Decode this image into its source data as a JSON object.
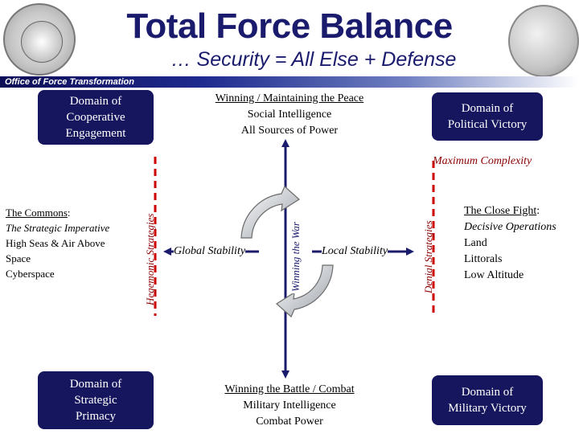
{
  "header": {
    "title": "Total Force Balance",
    "subtitle": "… Security = All Else + Defense",
    "office_label": "Office of Force Transformation"
  },
  "boxes": {
    "cooperative": [
      "Domain of",
      "Cooperative",
      "Engagement"
    ],
    "political": [
      "Domain of",
      "Political Victory"
    ],
    "strategic": [
      "Domain of",
      "Strategic",
      "Primacy"
    ],
    "military": [
      "Domain of",
      "Military Victory"
    ]
  },
  "top": {
    "heading": "Winning / Maintaining the Peace",
    "line1": "Social Intelligence",
    "line2": "All Sources of Power"
  },
  "bottom": {
    "heading": "Winning the Battle / Combat",
    "line1": "Military Intelligence",
    "line2": "Combat Power"
  },
  "left": {
    "heading": "The Commons",
    "colon": ":",
    "sub": "The Strategic Imperative",
    "items": [
      "High Seas & Air Above",
      "Space",
      "Cyberspace"
    ]
  },
  "right": {
    "heading": "The Close Fight",
    "colon": ":",
    "sub": "Decisive Operations",
    "items": [
      "Land",
      "Littorals",
      "Low Altitude"
    ]
  },
  "axis_labels": {
    "hegemonic": "Hegemonic Strategies",
    "denial": "Denial Strategies",
    "war": "Winning the War",
    "global": "Global Stability",
    "local": "Local Stability",
    "max_complexity": "Maximum Complexity"
  },
  "colors": {
    "navy": "#16165e",
    "dark_red": "#8b0000",
    "red_dash": "#cc0000",
    "axis": "#1b1b6e"
  }
}
